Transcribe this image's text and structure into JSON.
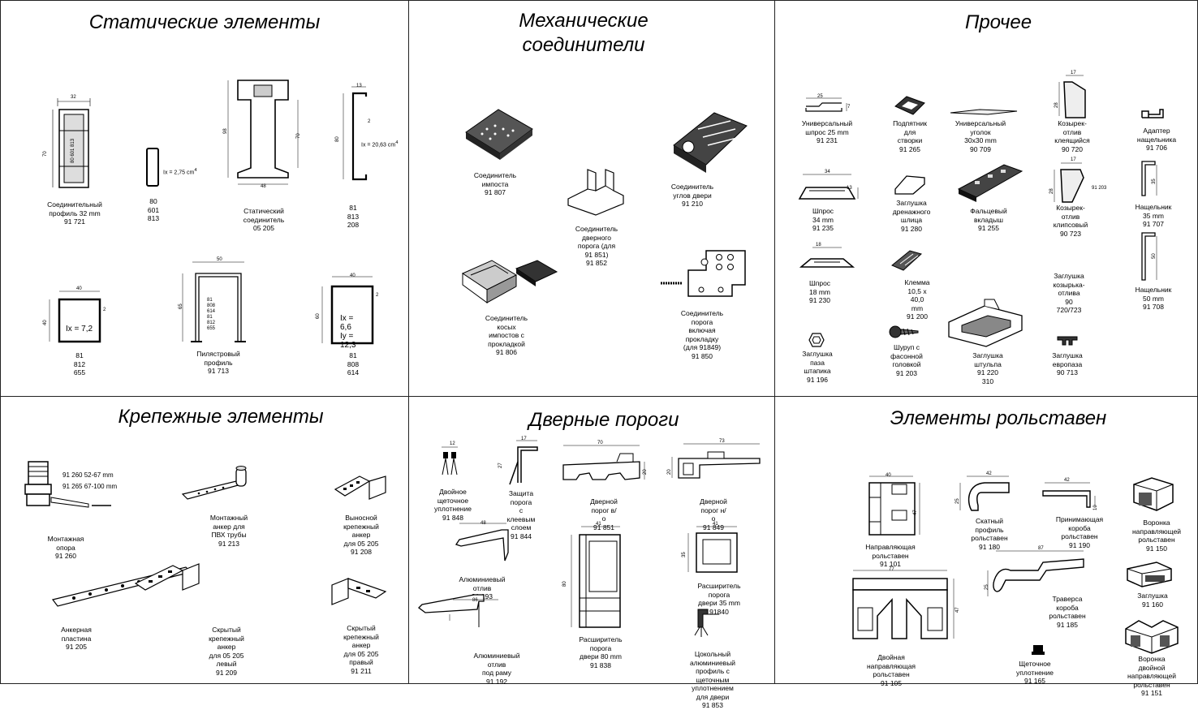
{
  "panels": {
    "static": {
      "title": "Статические элементы",
      "items": {
        "p91721": {
          "label": "Соединительный\nпрофиль 32 mm\n91 721",
          "w": "32",
          "h": "70",
          "inner": "80 601 813"
        },
        "p80601813": {
          "label": "80 601 813",
          "ix": "Ix = 2,75 cm",
          "sup": "4"
        },
        "p05205": {
          "label": "Статический соединитель\n05 205",
          "h": "98",
          "h2": "70",
          "w": "48"
        },
        "p81813208": {
          "label": "81 813 208",
          "w": "13",
          "h": "80",
          "t": "2",
          "ix": "Ix = 20,63 cm",
          "sup": "4"
        },
        "p81812655": {
          "label": "81 812 655",
          "w": "40",
          "h": "40",
          "t": "2",
          "ix": "Ix = 7,2"
        },
        "p91713": {
          "label": "Пилястровый профиль\n91 713",
          "w": "50",
          "h": "65",
          "inner": "81 808 614\n81 812 655"
        },
        "p81808614": {
          "label": "81 808 614",
          "w": "40",
          "h": "60",
          "t": "2",
          "ix": "Ix = 6,6\nIy = 12,3"
        }
      }
    },
    "mech": {
      "title": "Механические\nсоединители",
      "items": {
        "m91807": {
          "label": "Соединитель импоста\n91 807"
        },
        "m91210": {
          "label": "Соединитель углов двери\n91 210"
        },
        "m91852": {
          "label": "Соединитель дверного\nпорога (для 91 851)\n91 852"
        },
        "m91806": {
          "label": "Соединитель косых\nимпостов с прокладкой\n91 806"
        },
        "m91850": {
          "label": "Соединитель порога\nвключая прокладку\n(для 91849)\n91 850"
        }
      }
    },
    "other": {
      "title": "Прочее",
      "items": {
        "o91231": {
          "label": "Универсальный\nшпрос 25 mm\n91 231",
          "w": "25",
          "h": "7"
        },
        "o91265": {
          "label": "Подпятник для\nстворки\n91 265"
        },
        "o90709": {
          "label": "Универсальный уголок\n30x30 mm\n90 709"
        },
        "o90720": {
          "label": "Козырек-отлив\nклеящийся\n90 720",
          "w": "17",
          "h": "28"
        },
        "o91706": {
          "label": "Адаптер нащельника\n91 706"
        },
        "o91235": {
          "label": "Шпрос 34 mm\n91 235",
          "w": "34",
          "h": "13"
        },
        "o91280": {
          "label": "Заглушка дренажного\nшлица\n91 280"
        },
        "o91255": {
          "label": "Фальцевый вкладыш\n91 255"
        },
        "o90723": {
          "label": "Козырек-отлив\nклипсовый\n90 723",
          "w": "17",
          "h": "28",
          "code": "91 203"
        },
        "o91707": {
          "label": "Нащельник 35 mm\n91 707",
          "h": "35"
        },
        "o91230": {
          "label": "Шпрос 18 mm\n91 230",
          "w": "18"
        },
        "o91200": {
          "label": "Клемма 10,5 x 40,0 mm\n91 200"
        },
        "o90720_723": {
          "label": "Заглушка\nкозырька-отлива\n90 720/723"
        },
        "o91708": {
          "label": "Нащельник 50 mm\n91 708",
          "h": "50"
        },
        "o91196": {
          "label": "Заглушка паза\nштапика\n91 196"
        },
        "o91203": {
          "label": "Шуруп с фасонной\nголовкой\n91 203"
        },
        "o91220310": {
          "label": "Заглушка штульпа\n91 220 310"
        },
        "o90713": {
          "label": "Заглушка европаза\n90 713"
        }
      }
    },
    "fast": {
      "title": "Крепежные элементы",
      "items": {
        "f91260": {
          "label": "Монтажная опора\n91 260",
          "n1": "91 260 52-67 mm",
          "n2": "91 265 67-100 mm"
        },
        "f91213": {
          "label": "Монтажный анкер для ПВХ трубы\n91 213"
        },
        "f91208": {
          "label": "Выносной крепежный анкер\nдля 05 205\n91 208"
        },
        "f91205": {
          "label": "Анкерная пластина\n91 205"
        },
        "f91209": {
          "label": "Скрытый крепежный анкер\nдля 05 205 левый\n91 209"
        },
        "f91211": {
          "label": "Скрытый крепежный анкер\nдля 05 205 правый\n91 211"
        }
      }
    },
    "door": {
      "title": "Дверные пороги",
      "items": {
        "d91848": {
          "label": "Двойное щеточное\nуплотнение\n91 848",
          "w": "12"
        },
        "d91844": {
          "label": "Защита порога\nс клеевым слоем\n91 844",
          "w": "17",
          "h": "27"
        },
        "d91851": {
          "label": "Дверной порог в/о\n91 851",
          "w": "70",
          "h": "20"
        },
        "d91849": {
          "label": "Дверной порог н/о\n91 849",
          "w": "73",
          "h": "20"
        },
        "d91193": {
          "label": "Алюминиевый отлив\n91 193",
          "w": "48"
        },
        "d91838": {
          "label": "Расширитель порога\nдвери 80 mm\n91 838",
          "w": "41",
          "h": "80"
        },
        "d91840": {
          "label": "Расширитель порога\nдвери 35 mm\n91840",
          "w": "41",
          "h": "35"
        },
        "d91192": {
          "label": "Алюминиевый отлив\nпод раму\n91 192",
          "h": "86"
        },
        "d91853": {
          "label": "Цокольный алюминиевый профиль с\nщеточным уплотнением для двери\n91 853"
        }
      }
    },
    "roll": {
      "title": "Элементы рольставен",
      "items": {
        "r91101": {
          "label": "Направляющая рольставен\n91 101",
          "w": "40",
          "h": "47"
        },
        "r91180": {
          "label": "Скатный профиль\nрольставен\n91 180",
          "w": "42",
          "h": "25"
        },
        "r91190": {
          "label": "Принимающая короба\nрольставен\n91 190",
          "w": "42",
          "h": "10"
        },
        "r91150": {
          "label": "Воронка\nнаправляющей\nрольставен\n91 150"
        },
        "r91185": {
          "label": "Траверса короба рольставен\n91 185",
          "w": "87",
          "h": "25"
        },
        "r91160": {
          "label": "Заглушка\n91 160"
        },
        "r91105": {
          "label": "Двойная направляющая рольставен\n91 105",
          "w": "77",
          "h": "47"
        },
        "r91165": {
          "label": "Щеточное уплотнение\n91 165"
        },
        "r91151": {
          "label": "Воронка двойной\nнаправляющей рольставен\n91 151"
        }
      }
    }
  }
}
